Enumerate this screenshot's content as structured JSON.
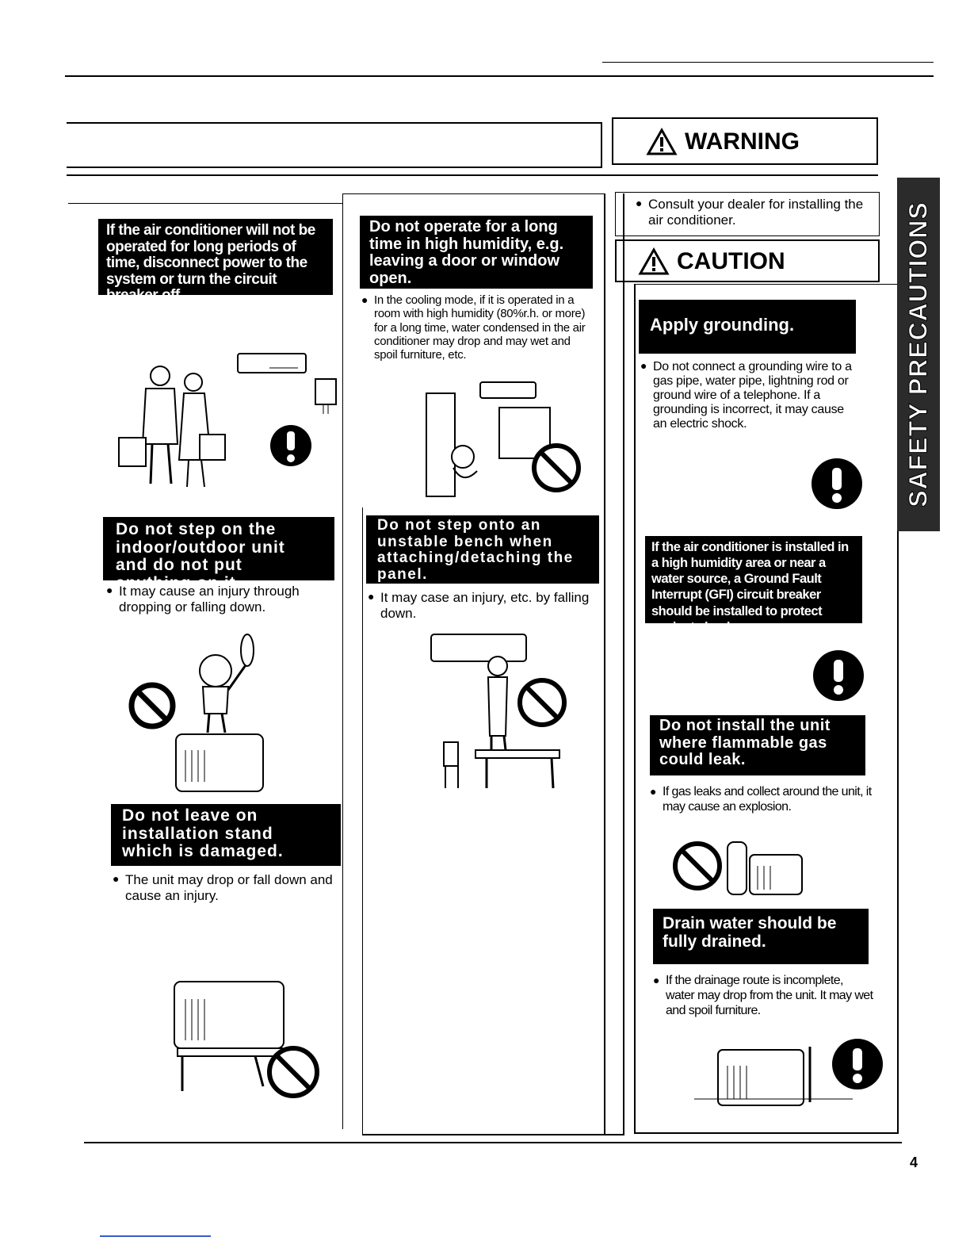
{
  "warning": {
    "title": "WARNING"
  },
  "caution": {
    "title": "CAUTION"
  },
  "side_tab": {
    "label": "SAFETY PRECAUTIONS"
  },
  "page_number": "4",
  "col1": {
    "h1": "If the air conditioner will not be operated for long periods of time, disconnect power to the system or turn the circuit breaker off.",
    "h2": "Do not step on the indoor/outdoor unit and do not put anything on it.",
    "b2": "It may cause an injury through dropping or falling down.",
    "h3": "Do not leave on installation stand which is damaged.",
    "b3": "The unit may drop or fall down and cause an injury."
  },
  "col2": {
    "h1": "Do not operate for a long time in high humidity, e.g. leaving a door or window open.",
    "b1": "In the cooling mode, if it is operated in a room with high humidity (80%r.h. or more) for a long time, water condensed in the air conditioner may drop and may wet and spoil furniture, etc.",
    "h2": "Do not step onto an unstable bench when attaching/detaching the panel.",
    "b2": "It may case an injury, etc. by falling down."
  },
  "col3": {
    "warn_bullet": "Consult your dealer for installing the air conditioner.",
    "h1": "Apply grounding.",
    "b1": "Do not connect a grounding wire to a gas pipe, water pipe, lightning rod or ground wire of a telephone. If a grounding is incorrect, it may cause an electric shock.",
    "h2": "If the air conditioner is installed in a high humidity area or near a water source, a Ground Fault Interrupt (GFI) circuit breaker should be installed to protect against shock.",
    "h3": "Do not install the unit where flammable gas could leak.",
    "b3": "If gas leaks and collect around the unit, it may cause an explosion.",
    "h4": "Drain water should be fully drained.",
    "b4": "If the drainage route is incomplete, water may drop from the unit. It may wet and spoil furniture."
  }
}
